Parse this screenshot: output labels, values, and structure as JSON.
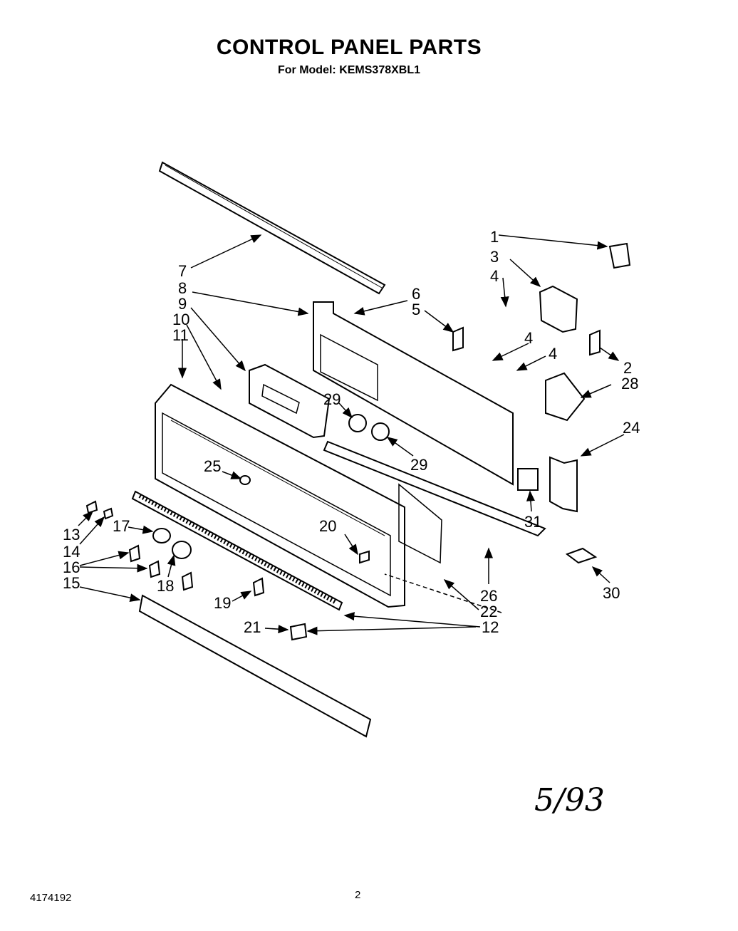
{
  "header": {
    "title": "CONTROL PANEL PARTS",
    "subtitle": "For Model: KEMS378XBL1"
  },
  "callouts": [
    "1",
    "2",
    "3",
    "4",
    "4",
    "4",
    "5",
    "6",
    "7",
    "8",
    "9",
    "10",
    "11",
    "12",
    "12",
    "13",
    "14",
    "15",
    "16",
    "17",
    "18",
    "19",
    "20",
    "21",
    "22",
    "24",
    "25",
    "26",
    "28",
    "29",
    "29",
    "30",
    "31"
  ],
  "footer": {
    "doc_number": "4174192",
    "page_number": "2",
    "date_note": "5/93"
  }
}
